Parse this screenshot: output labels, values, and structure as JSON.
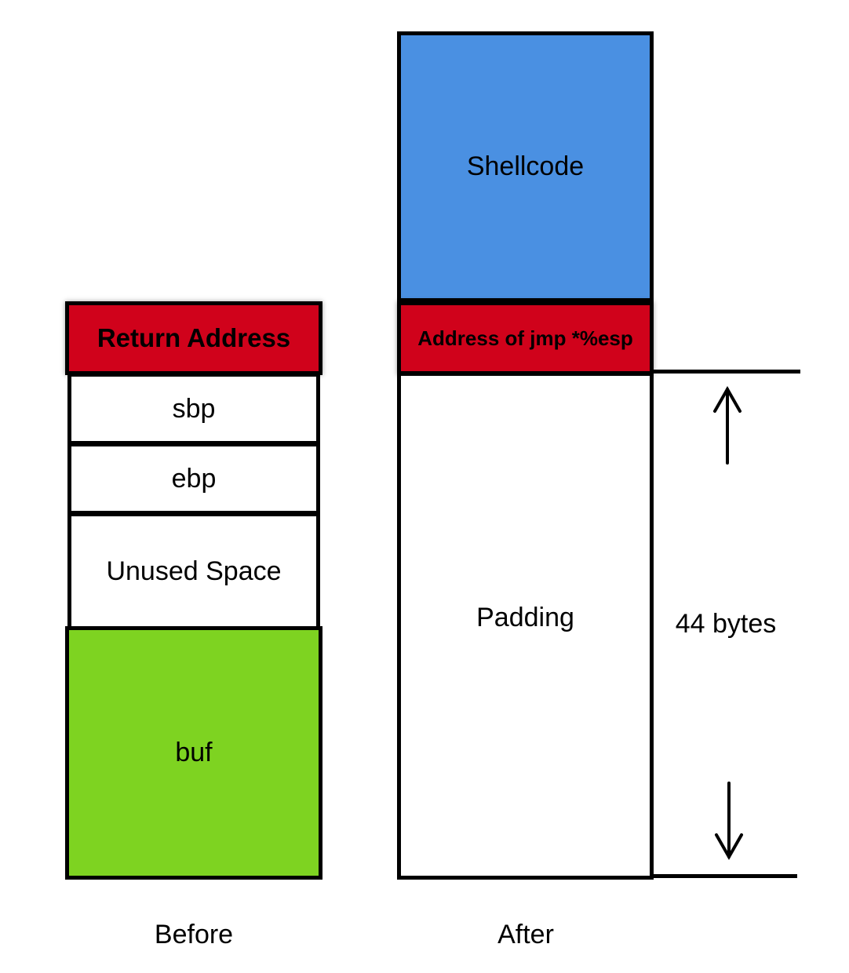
{
  "before": {
    "caption": "Before",
    "return_address": "Return Address",
    "sbp": "sbp",
    "ebp": "ebp",
    "unused": "Unused Space",
    "buf": "buf"
  },
  "after": {
    "caption": "After",
    "shellcode": "Shellcode",
    "jmp_address": "Address of jmp *%esp",
    "padding": "Padding",
    "size_label": "44 bytes"
  },
  "colors": {
    "return_red": "#d0021b",
    "shellcode_blue": "#4a90e2",
    "buf_green": "#7ed321"
  }
}
